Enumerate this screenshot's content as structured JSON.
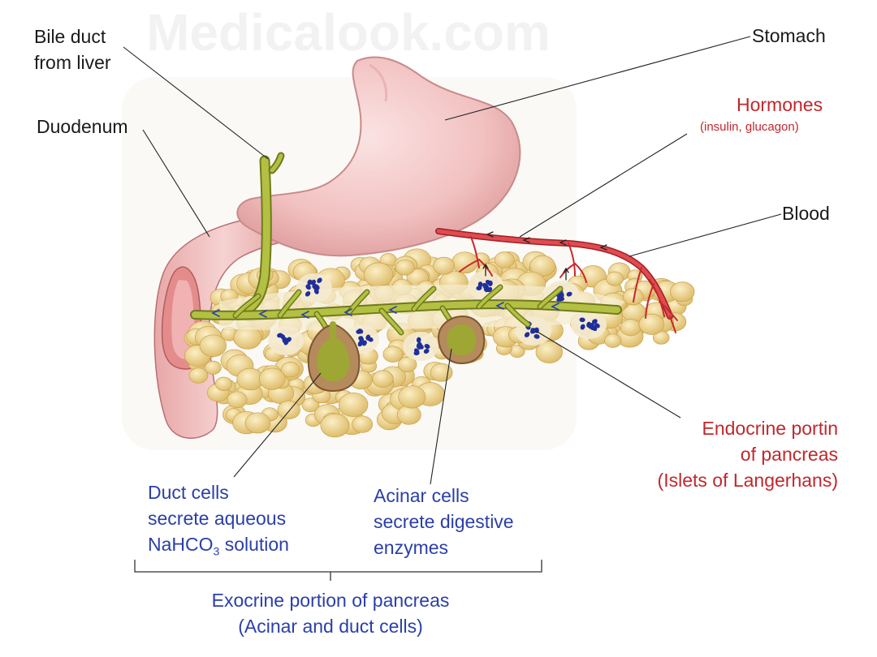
{
  "watermark": "Medicalook.com",
  "labels": {
    "bile_duct": [
      "Bile duct",
      "from liver"
    ],
    "duodenum": "Duodenum",
    "stomach": "Stomach",
    "hormones": "Hormones",
    "hormones_sub": "(insulin, glucagon)",
    "blood": "Blood",
    "endocrine": [
      "Endocrine portin",
      "of pancreas",
      "(Islets of Langerhans)"
    ],
    "duct_cells": [
      "Duct cells",
      "secrete aqueous",
      "NaHCO",
      "3",
      " solution"
    ],
    "acinar_cells": [
      "Acinar cells",
      "secrete digestive",
      "enzymes"
    ],
    "exocrine": [
      "Exocrine portion of pancreas",
      "(Acinar and duct cells)"
    ]
  },
  "colors": {
    "text_black": "#1a1a1a",
    "text_red": "#c0282d",
    "text_blue": "#2b3fa8",
    "stomach": "#f2c3c3",
    "pancreas": "#ecd48e",
    "duct": "#a7b437",
    "blood": "#d8343a",
    "islet_cells": "#1f2f9a"
  }
}
